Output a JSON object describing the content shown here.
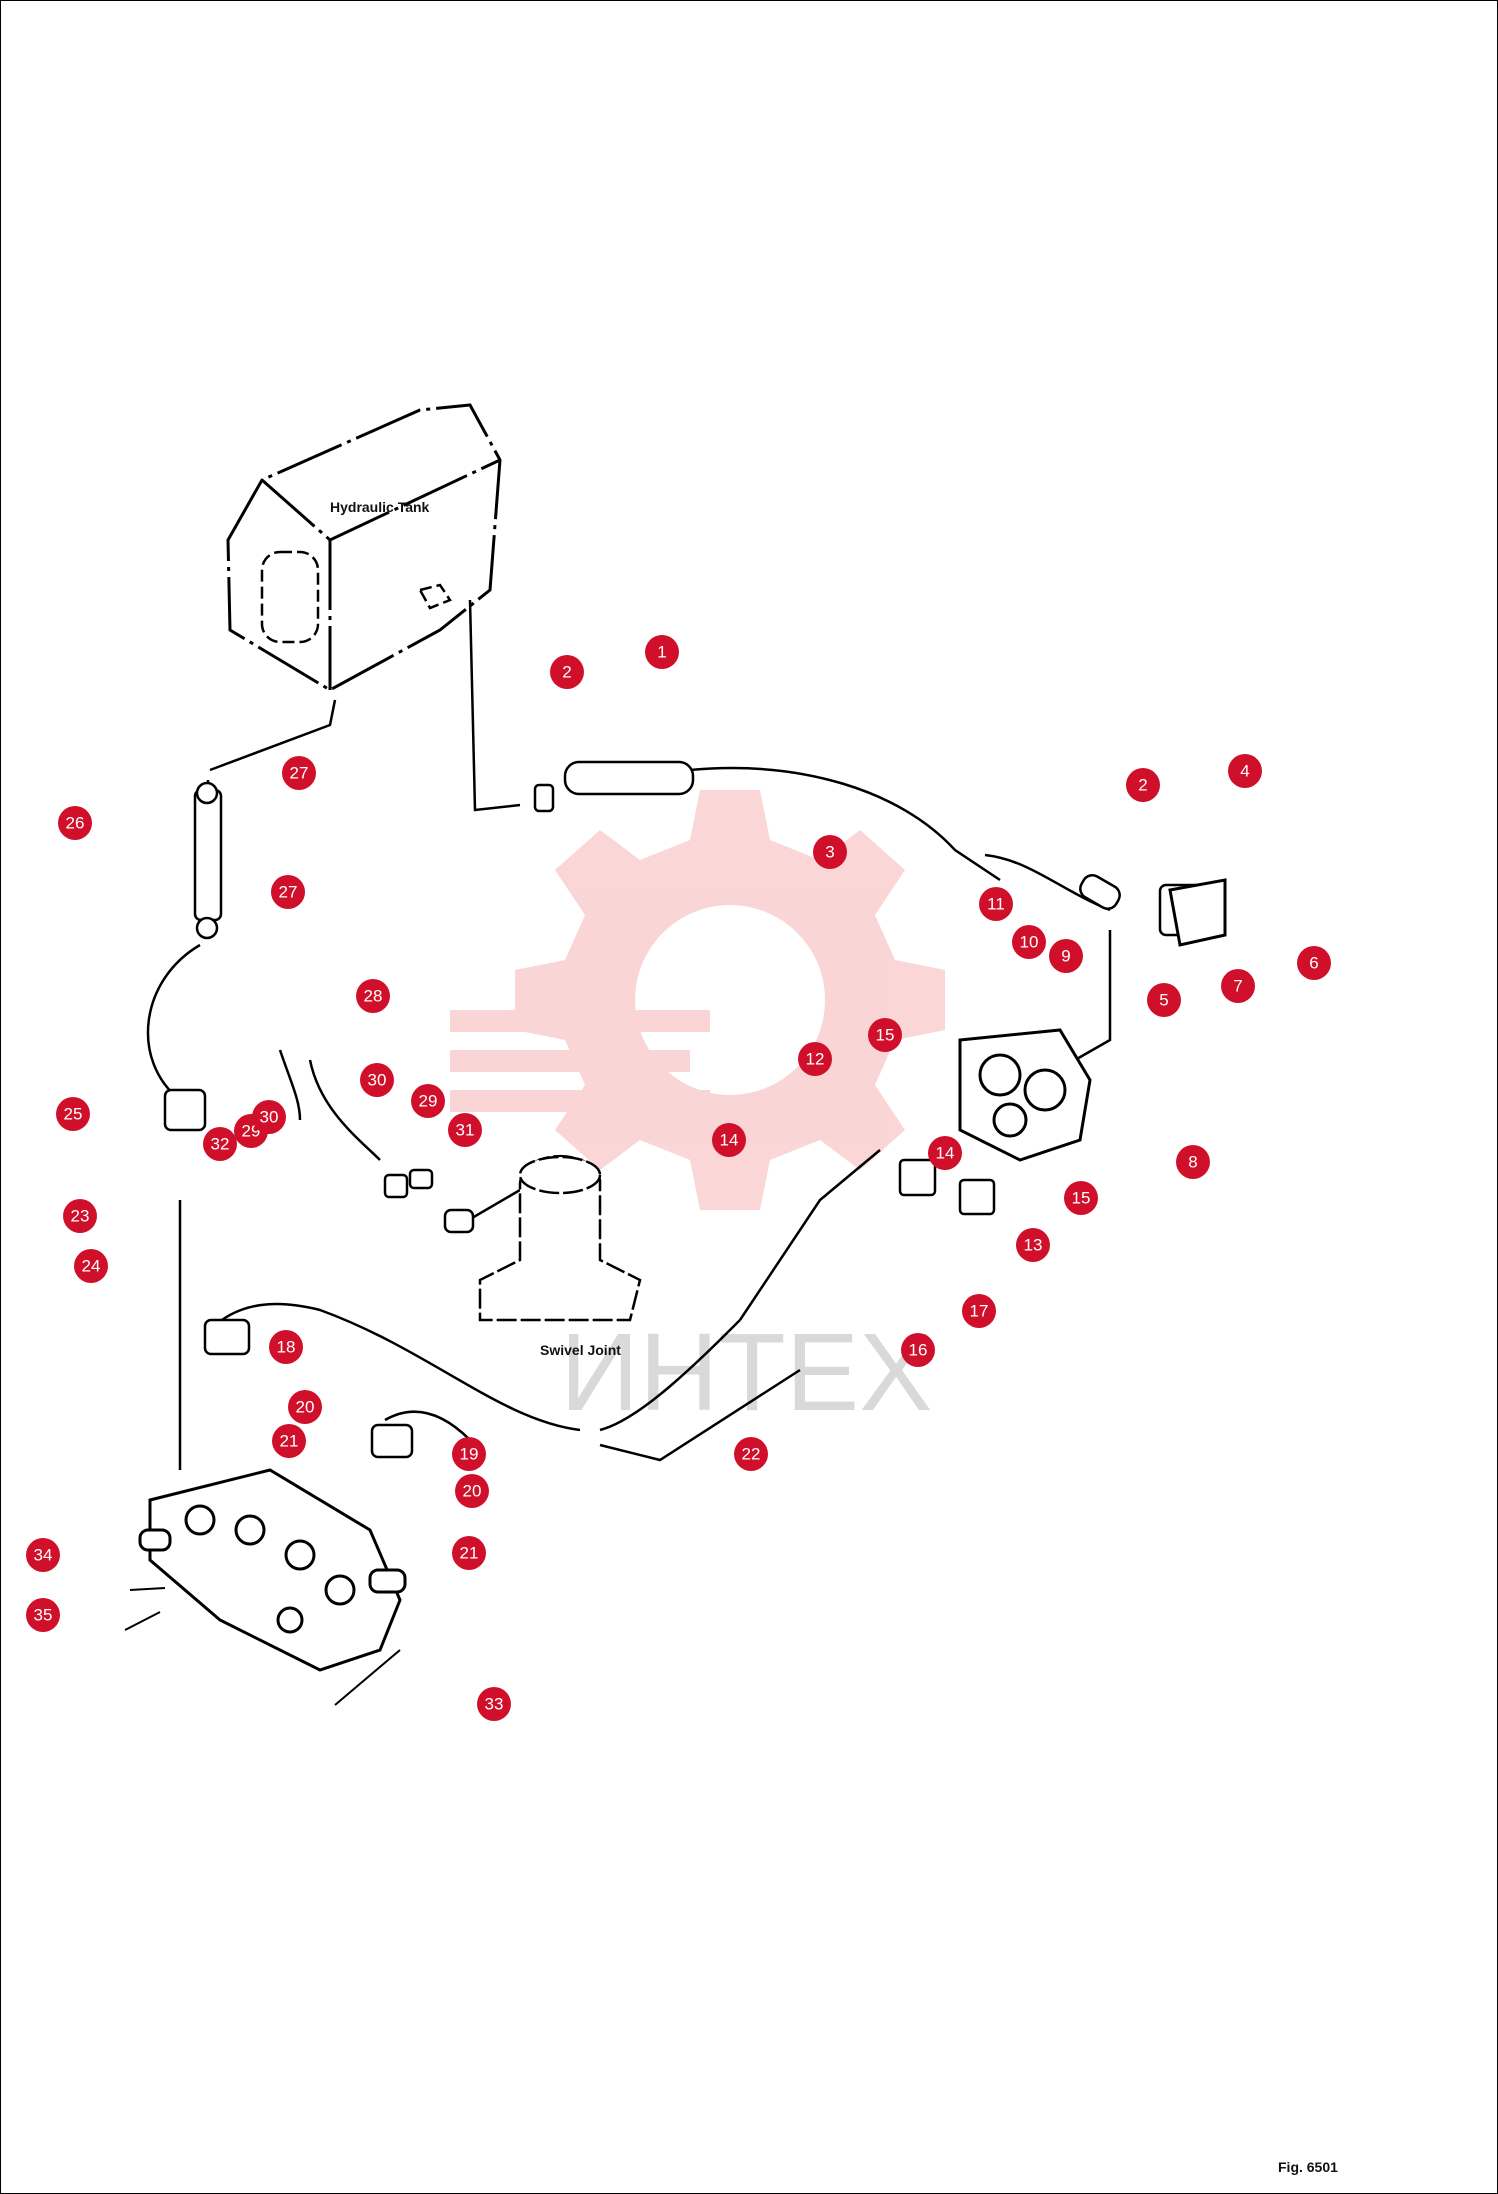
{
  "labels": {
    "tank": "Hydraulic Tank",
    "swivel": "Swivel Joint",
    "watermark": "ИНТЕХ",
    "figure": "Fig. 6501"
  },
  "colors": {
    "callout": "#d0102a",
    "watermark": "#f3b3b3"
  },
  "callouts": [
    "1",
    "2",
    "3",
    "4",
    "2",
    "5",
    "7",
    "6",
    "11",
    "10",
    "9",
    "8",
    "15",
    "12",
    "14",
    "14",
    "15",
    "13",
    "16",
    "17",
    "27",
    "26",
    "27",
    "25",
    "32",
    "29",
    "30",
    "28",
    "30",
    "29",
    "31",
    "23",
    "24",
    "18",
    "20",
    "21",
    "22",
    "19",
    "20",
    "21",
    "34",
    "35",
    "33"
  ]
}
